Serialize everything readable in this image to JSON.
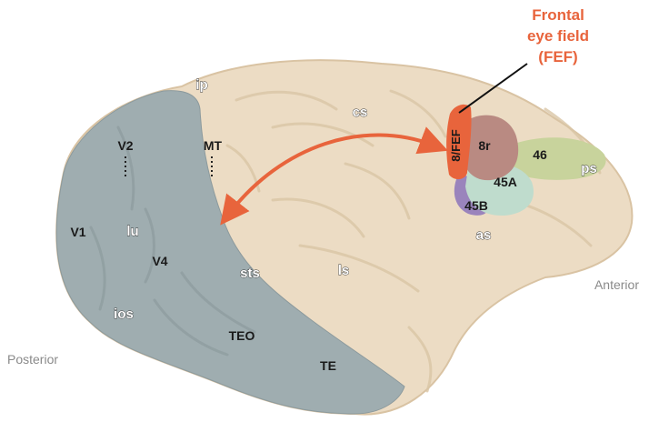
{
  "callout": {
    "line1": "Frontal",
    "line2": "eye field",
    "line3": "(FEF)"
  },
  "orientation": {
    "anterior": "Anterior",
    "posterior": "Posterior"
  },
  "sulci": {
    "ip": "ip",
    "cs": "cs",
    "lu": "lu",
    "ios": "ios",
    "sts": "sts",
    "ls": "ls",
    "as": "as",
    "ps": "ps"
  },
  "areas": {
    "v1": "V1",
    "v2": "V2",
    "v4": "V4",
    "mt": "MT",
    "teo": "TEO",
    "te": "TE",
    "fef": "8/FEF",
    "a8r": "8r",
    "a46": "46",
    "a45a": "45A",
    "a45b": "45B"
  },
  "colors": {
    "brain": "#ecdcc4",
    "brain_edge": "#d9c3a3",
    "visual_cortex": "#9fadb0",
    "fef": "#e8643c",
    "area_8r": "#b98a82",
    "area_46": "#c8d39c",
    "area_45a": "#bfdccd",
    "area_45b": "#9a84bc",
    "arrow": "#e8643c",
    "callout_text": "#e8643c",
    "orientation_text": "#8a8a8a"
  }
}
